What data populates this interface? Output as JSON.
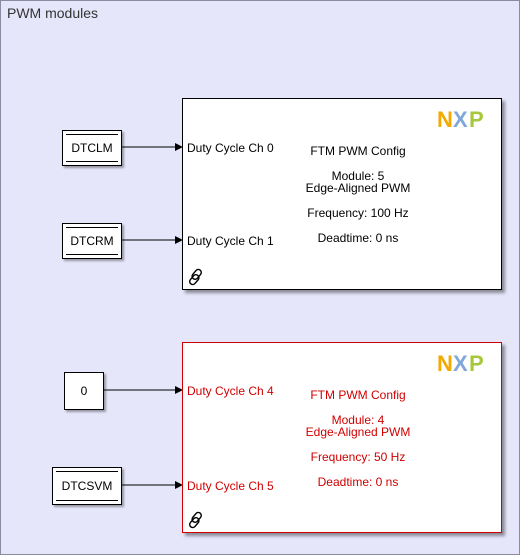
{
  "area": {
    "title": "PWM modules"
  },
  "sources": {
    "dtclm": "DTCLM",
    "dtcrm": "DTCRM",
    "const0": "0",
    "dtcsvm": "DTCSVM"
  },
  "blocks": [
    {
      "ports": [
        "Duty Cycle Ch 0",
        "Duty Cycle Ch 1"
      ],
      "title": "FTM PWM Config",
      "module": "Module: 5",
      "mode": "Edge-Aligned PWM",
      "frequency": "Frequency: 100 Hz",
      "deadtime": "Deadtime: 0 ns",
      "logo": "NXP"
    },
    {
      "ports": [
        "Duty Cycle Ch 4",
        "Duty Cycle Ch 5"
      ],
      "title": "FTM PWM Config",
      "module": "Module: 4",
      "mode": "Edge-Aligned PWM",
      "frequency": "Frequency: 50 Hz",
      "deadtime": "Deadtime: 0 ns",
      "logo": "NXP",
      "status_color": "#d00000"
    }
  ],
  "colors": {
    "canvas": "#e6e6fa",
    "error": "#d00000",
    "logo_yellow": "#f2a900",
    "logo_blue": "#7fa7d8",
    "logo_green": "#a8c83c"
  }
}
